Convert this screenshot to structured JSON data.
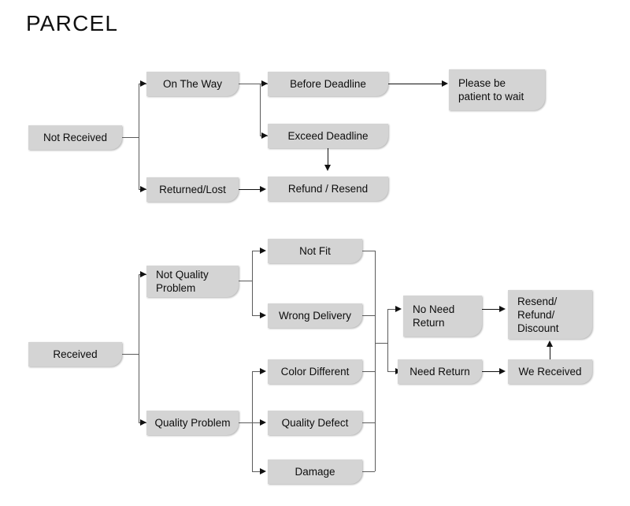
{
  "title": "PARCEL",
  "diagram": {
    "type": "flowchart",
    "orientation": "left-to-right",
    "node_fill_color": "#d4d4d4",
    "connector_color": "#5b5b5b",
    "arrowhead_color": "#111111",
    "background_color": "#ffffff",
    "branches": [
      {
        "root": "Not Received",
        "nodes": [
          "Not Received",
          "On The Way",
          "Returned/Lost",
          "Before Deadline",
          "Exceed Deadline",
          "Refund / Resend",
          "Please be\npatient to wait"
        ],
        "edges": [
          {
            "from": "Not Received",
            "to": "On The Way"
          },
          {
            "from": "Not Received",
            "to": "Returned/Lost"
          },
          {
            "from": "On The Way",
            "to": "Before Deadline"
          },
          {
            "from": "On The Way",
            "to": "Exceed Deadline"
          },
          {
            "from": "Before Deadline",
            "to": "Please be\npatient to wait"
          },
          {
            "from": "Exceed Deadline",
            "to": "Refund / Resend"
          },
          {
            "from": "Returned/Lost",
            "to": "Refund / Resend"
          }
        ]
      },
      {
        "root": "Received",
        "nodes": [
          "Received",
          "Not Quality\nProblem",
          "Quality Problem",
          "Not Fit",
          "Wrong Delivery",
          "Color Different",
          "Quality Defect",
          "Damage",
          "No Need\nReturn",
          "Need Return",
          "Resend/\nRefund/\nDiscount",
          "We Received"
        ],
        "edges": [
          {
            "from": "Received",
            "to": "Not Quality\nProblem"
          },
          {
            "from": "Received",
            "to": "Quality Problem"
          },
          {
            "from": "Not Quality\nProblem",
            "to": "Not Fit"
          },
          {
            "from": "Not Quality\nProblem",
            "to": "Wrong Delivery"
          },
          {
            "from": "Quality Problem",
            "to": "Color Different"
          },
          {
            "from": "Quality Problem",
            "to": "Quality Defect"
          },
          {
            "from": "Quality Problem",
            "to": "Damage"
          },
          {
            "from": "Not Fit",
            "to": "No Need\nReturn"
          },
          {
            "from": "Wrong Delivery",
            "to": "No Need\nReturn"
          },
          {
            "from": "Color Different",
            "to": "Need Return"
          },
          {
            "from": "Quality Defect",
            "to": "Need Return"
          },
          {
            "from": "Damage",
            "to": "Need Return"
          },
          {
            "from": "No Need\nReturn",
            "to": "Resend/\nRefund/\nDiscount"
          },
          {
            "from": "Need Return",
            "to": "We Received"
          },
          {
            "from": "We Received",
            "to": "Resend/\nRefund/\nDiscount"
          }
        ]
      }
    ]
  },
  "nodes": {
    "not_received": "Not Received",
    "on_the_way": "On The Way",
    "returned_lost": "Returned/Lost",
    "before_deadline": "Before Deadline",
    "exceed_deadline": "Exceed Deadline",
    "refund_resend": "Refund / Resend",
    "please_be_patient": "Please be\npatient to wait",
    "received": "Received",
    "not_quality_problem": "Not Quality\nProblem",
    "quality_problem": "Quality Problem",
    "not_fit": "Not Fit",
    "wrong_delivery": "Wrong Delivery",
    "color_different": "Color Different",
    "quality_defect": "Quality Defect",
    "damage": "Damage",
    "no_need_return": "No Need\nReturn",
    "need_return": "Need Return",
    "resend_refund_discount": "Resend/\nRefund/\nDiscount",
    "we_received": "We Received"
  }
}
